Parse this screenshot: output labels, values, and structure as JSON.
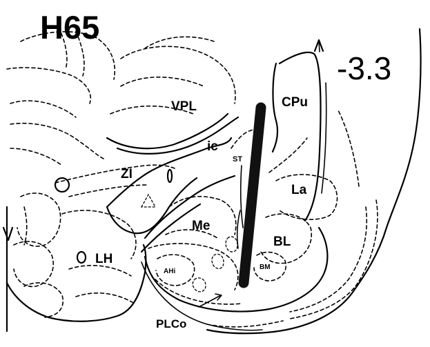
{
  "figure": {
    "case_id": "H65",
    "ap_level": "-3.3",
    "electrode_color": "#111111",
    "line_color": "#000000",
    "background": "#ffffff"
  },
  "labels": {
    "vpl": "VPL",
    "cpu": "CPu",
    "ic": "ic",
    "st": "ST",
    "zi": "ZI",
    "la": "La",
    "me": "Me",
    "bl": "BL",
    "lh": "LH",
    "ahi": "AHi",
    "bm": "BM",
    "plco": "PLCo"
  }
}
